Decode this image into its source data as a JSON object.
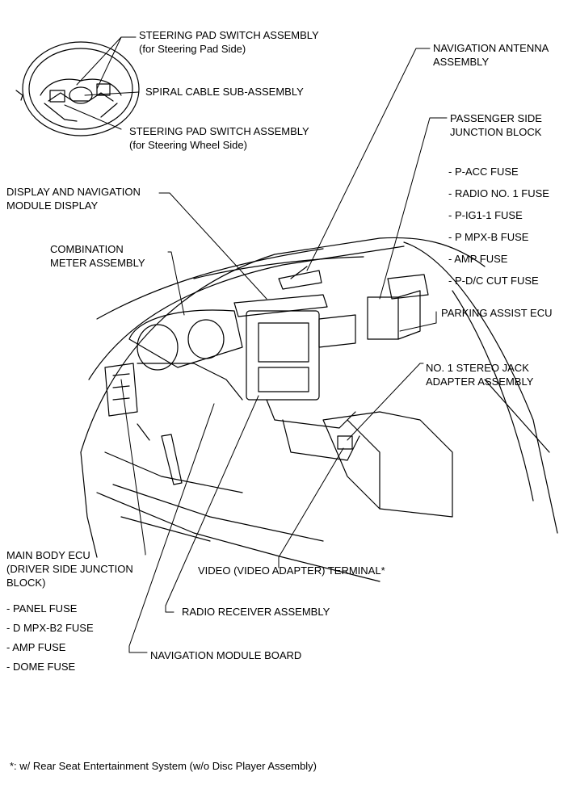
{
  "labels": {
    "steering_pad_upper": [
      "STEERING PAD SWITCH ASSEMBLY",
      "(for Steering Pad Side)"
    ],
    "spiral_cable": [
      "SPIRAL CABLE SUB-ASSEMBLY"
    ],
    "steering_pad_lower": [
      "STEERING PAD SWITCH ASSEMBLY",
      "(for Steering Wheel Side)"
    ],
    "navigation_antenna": [
      "NAVIGATION ANTENNA",
      "ASSEMBLY"
    ],
    "passenger_junction": [
      "PASSENGER SIDE",
      "JUNCTION BLOCK"
    ],
    "display_nav": [
      "DISPLAY AND NAVIGATION",
      "MODULE DISPLAY"
    ],
    "combination_meter": [
      "COMBINATION",
      "METER ASSEMBLY"
    ],
    "parking_assist": [
      "PARKING ASSIST ECU"
    ],
    "stereo_jack": [
      "NO. 1 STEREO JACK",
      "ADAPTER ASSEMBLY"
    ],
    "main_body_ecu": [
      "MAIN BODY ECU",
      "(DRIVER SIDE JUNCTION",
      "BLOCK)"
    ],
    "video_terminal": [
      "VIDEO (VIDEO ADAPTER) TERMINAL*"
    ],
    "radio_receiver": [
      "RADIO RECEIVER ASSEMBLY"
    ],
    "nav_module_board": [
      "NAVIGATION MODULE BOARD"
    ]
  },
  "passenger_fuses": [
    "- P-ACC FUSE",
    "- RADIO NO. 1 FUSE",
    "- P-IG1-1 FUSE",
    "- P MPX-B FUSE",
    "- AMP FUSE",
    "- P-D/C CUT FUSE"
  ],
  "driver_fuses": [
    "- PANEL FUSE",
    "- D MPX-B2 FUSE",
    "- AMP FUSE",
    "- DOME FUSE"
  ],
  "footnote": "*:  w/ Rear Seat Entertainment System (w/o Disc Player Assembly)",
  "colors": {
    "line": "#000000",
    "background": "#ffffff"
  }
}
